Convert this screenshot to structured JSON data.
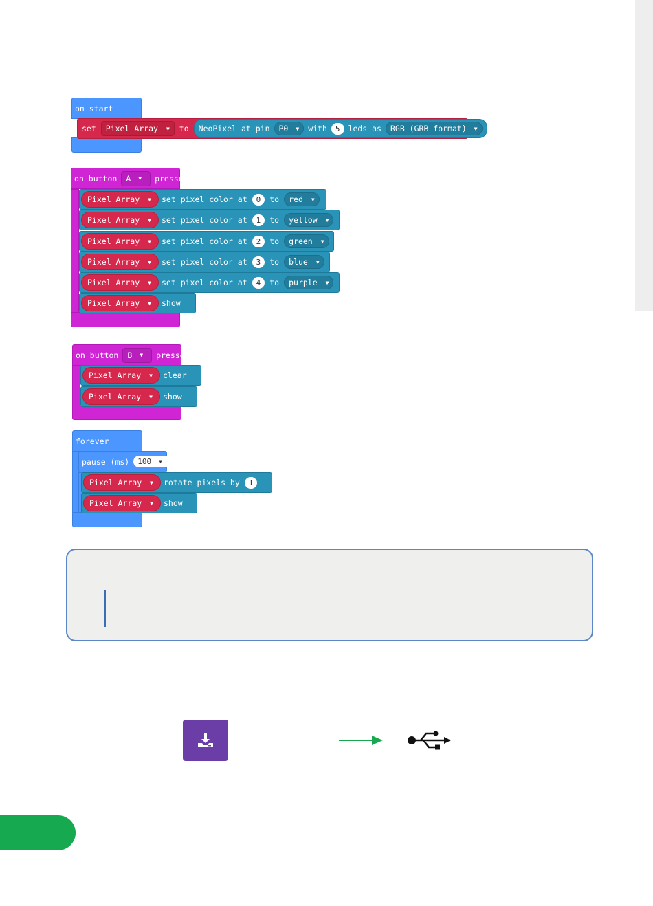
{
  "on_start": {
    "hat_label": "on start",
    "set_label": "set",
    "variable": "Pixel Array",
    "to_label": "to",
    "neopixel_label": "NeoPixel at pin",
    "pin": "P0",
    "with_label": "with",
    "leds_count": "5",
    "leds_as_label": "leds as",
    "format": "RGB (GRB format)"
  },
  "button_a": {
    "on_label": "on button",
    "button": "A",
    "pressed_label": "pressed",
    "rows": [
      {
        "variable": "Pixel Array",
        "action": "set pixel color at",
        "index": "0",
        "to": "to",
        "color": "red"
      },
      {
        "variable": "Pixel Array",
        "action": "set pixel color at",
        "index": "1",
        "to": "to",
        "color": "yellow"
      },
      {
        "variable": "Pixel Array",
        "action": "set pixel color at",
        "index": "2",
        "to": "to",
        "color": "green"
      },
      {
        "variable": "Pixel Array",
        "action": "set pixel color at",
        "index": "3",
        "to": "to",
        "color": "blue"
      },
      {
        "variable": "Pixel Array",
        "action": "set pixel color at",
        "index": "4",
        "to": "to",
        "color": "purple"
      }
    ],
    "show_variable": "Pixel Array",
    "show_label": "show"
  },
  "button_b": {
    "on_label": "on button",
    "button": "B",
    "pressed_label": "pressed",
    "clear_variable": "Pixel Array",
    "clear_label": "clear",
    "show_variable": "Pixel Array",
    "show_label": "show"
  },
  "forever": {
    "hat_label": "forever",
    "pause_label": "pause (ms)",
    "pause_value": "100",
    "rotate_variable": "Pixel Array",
    "rotate_label": "rotate pixels by",
    "rotate_value": "1",
    "show_variable": "Pixel Array",
    "show_label": "show"
  },
  "colors": {
    "loops_blue": "#4c97ff",
    "input_magenta": "#cf25d4",
    "neopixel_teal": "#2a93b8",
    "variable_red": "#d6284d",
    "download_purple": "#6a3ea6",
    "arrow_green": "#17a94f",
    "note_border": "#5b87c7"
  },
  "icons": {
    "download": "download-icon",
    "arrow": "arrow-right-icon",
    "usb": "usb-icon"
  }
}
